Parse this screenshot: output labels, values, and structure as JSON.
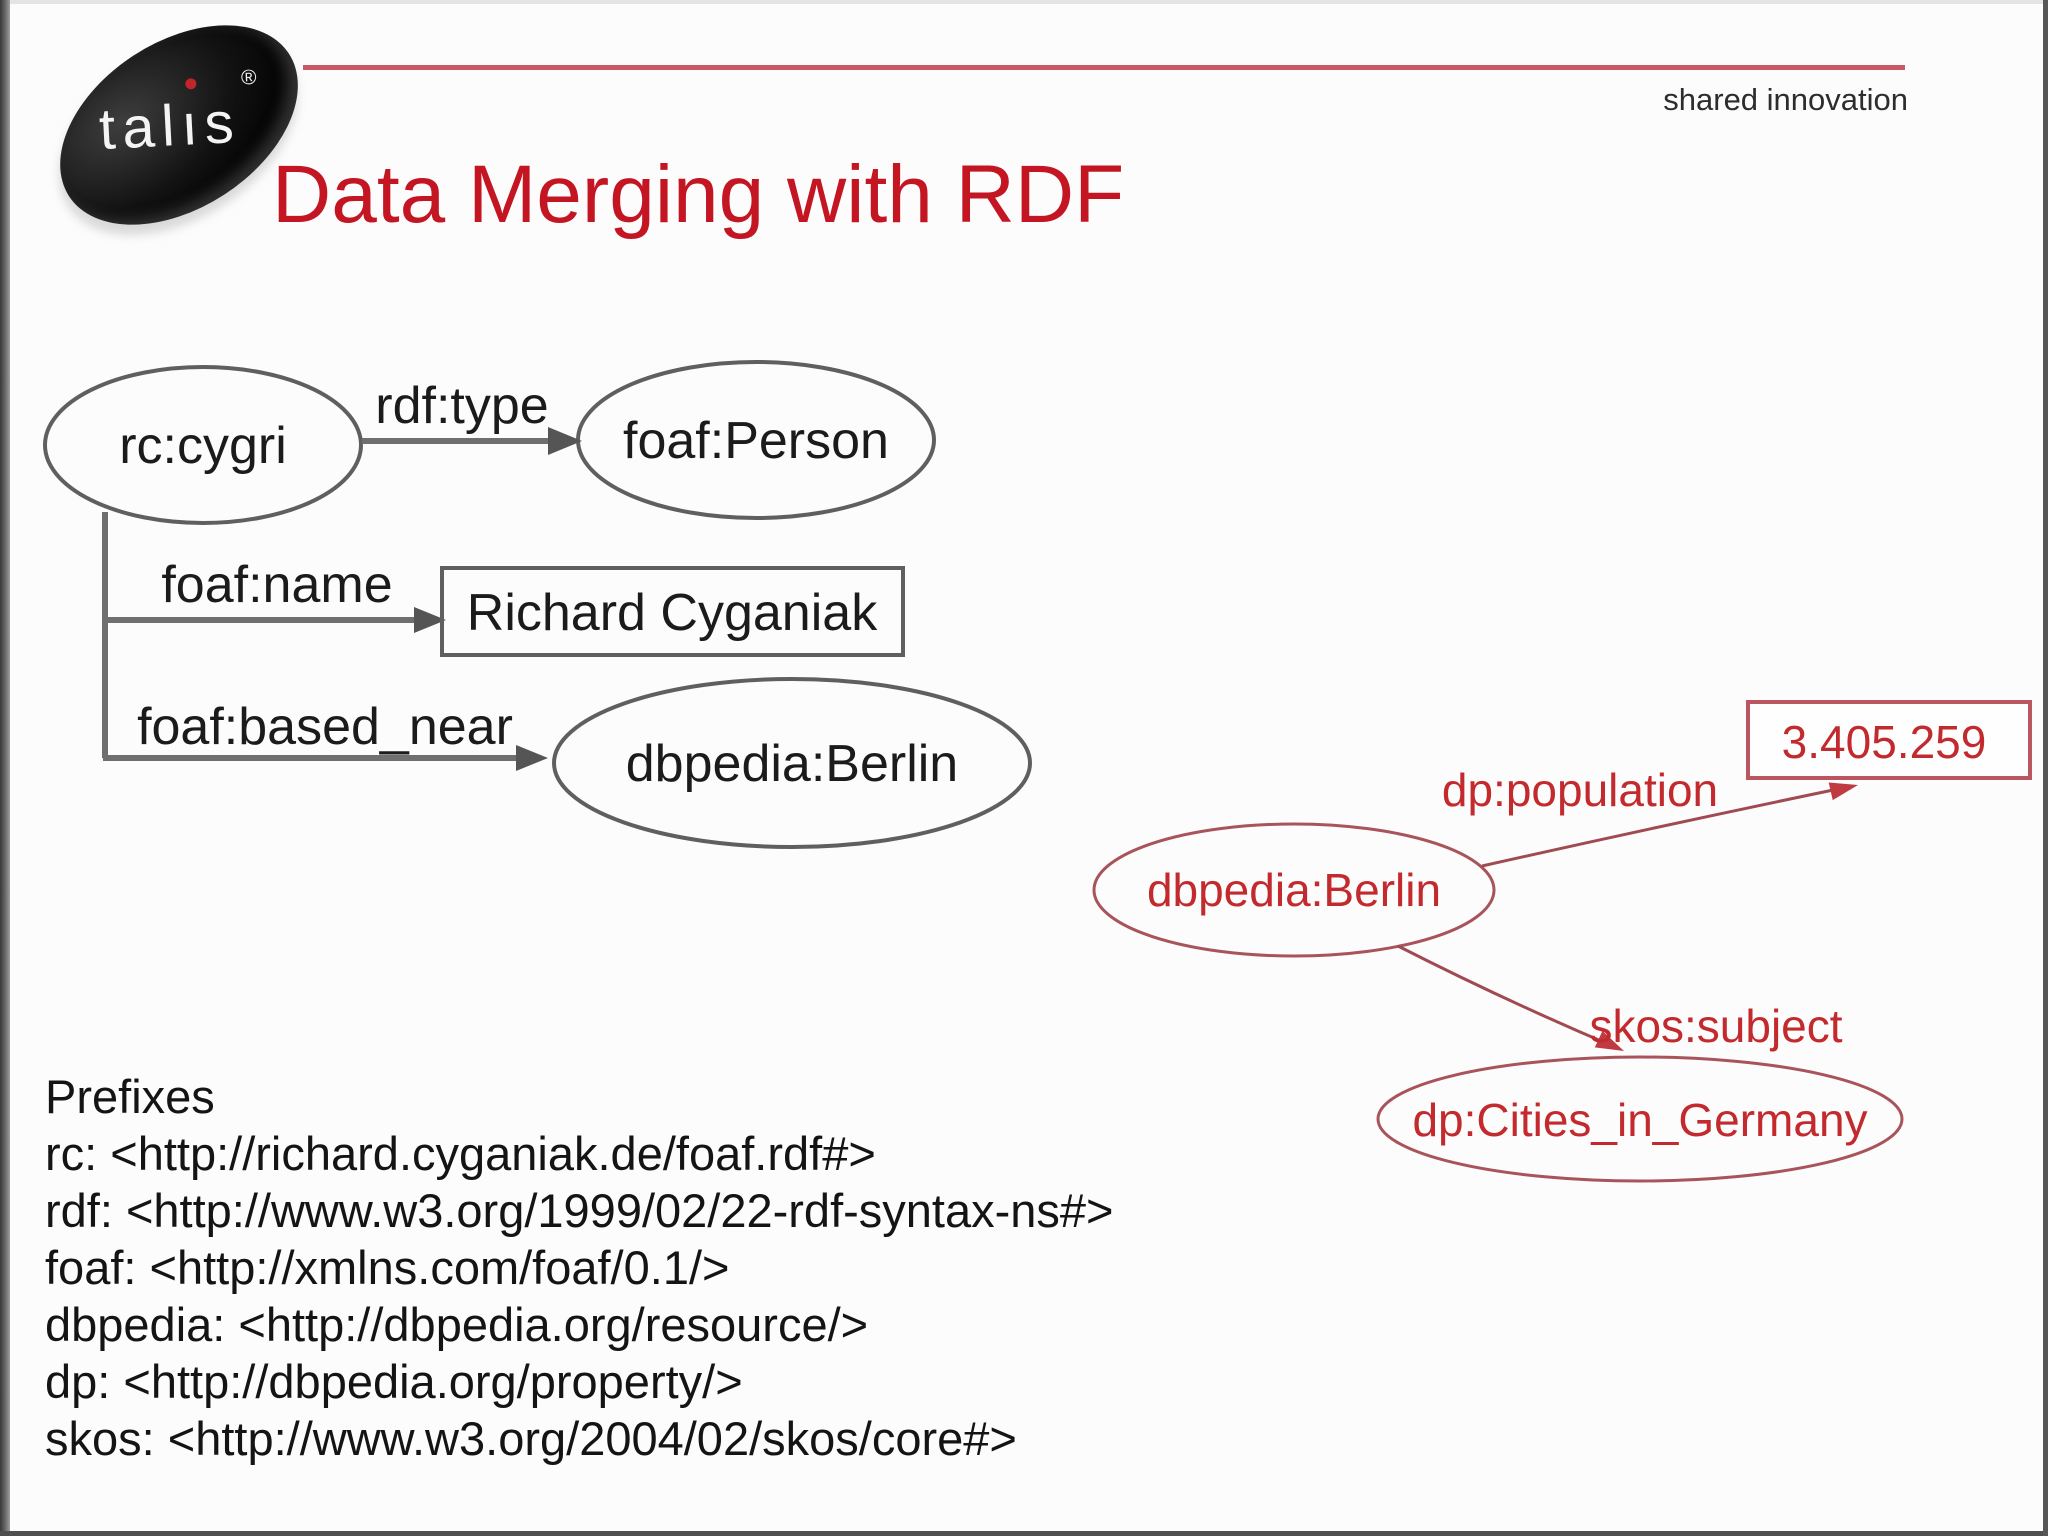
{
  "branding": {
    "logo_left": "tal",
    "logo_i": "ı",
    "logo_right": "s",
    "logo_reg": "®",
    "tagline": "shared innovation"
  },
  "header": {
    "title": "Data Merging with RDF"
  },
  "diagram": {
    "black_graph": {
      "nodes": [
        {
          "id": "rc-cygri",
          "label": "rc:cygri",
          "shape": "ellipse"
        },
        {
          "id": "foaf-person",
          "label": "foaf:Person",
          "shape": "ellipse"
        },
        {
          "id": "richard-cyganiak",
          "label": "Richard Cyganiak",
          "shape": "rect"
        },
        {
          "id": "dbpedia-berlin",
          "label": "dbpedia:Berlin",
          "shape": "ellipse"
        }
      ],
      "edges": [
        {
          "label": "rdf:type",
          "from": "rc-cygri",
          "to": "foaf-person"
        },
        {
          "label": "foaf:name",
          "from": "rc-cygri",
          "to": "richard-cyganiak"
        },
        {
          "label": "foaf:based_near",
          "from": "rc-cygri",
          "to": "dbpedia-berlin"
        }
      ]
    },
    "red_graph": {
      "nodes": [
        {
          "id": "dbpedia-berlin-red",
          "label": "dbpedia:Berlin",
          "shape": "ellipse"
        },
        {
          "id": "population-value",
          "label": "3.405.259",
          "shape": "rect"
        },
        {
          "id": "cities-in-germany",
          "label": "dp:Cities_in_Germany",
          "shape": "ellipse"
        }
      ],
      "edges": [
        {
          "label": "dp:population",
          "from": "dbpedia-berlin-red",
          "to": "population-value"
        },
        {
          "label": "skos:subject",
          "from": "dbpedia-berlin-red",
          "to": "cities-in-germany"
        }
      ]
    }
  },
  "prefixes": {
    "heading": "Prefixes",
    "lines": [
      "rc: <http://richard.cyganiak.de/foaf.rdf#>",
      "rdf: <http://www.w3.org/1999/02/22-rdf-syntax-ns#>",
      "foaf: <http://xmlns.com/foaf/0.1/>",
      "dbpedia: <http://dbpedia.org/resource/>",
      "dp: <http://dbpedia.org/property/>",
      "skos: <http://www.w3.org/2004/02/skos/core#>"
    ]
  },
  "colors": {
    "title_red": "#c41523",
    "top_rule_red": "#c65a68",
    "red_graph_stroke": "#a8545a",
    "red_graph_text": "#c32a2e",
    "black_graph_stroke": "#5f5f5f",
    "logo_dot_red": "#c0252b"
  }
}
